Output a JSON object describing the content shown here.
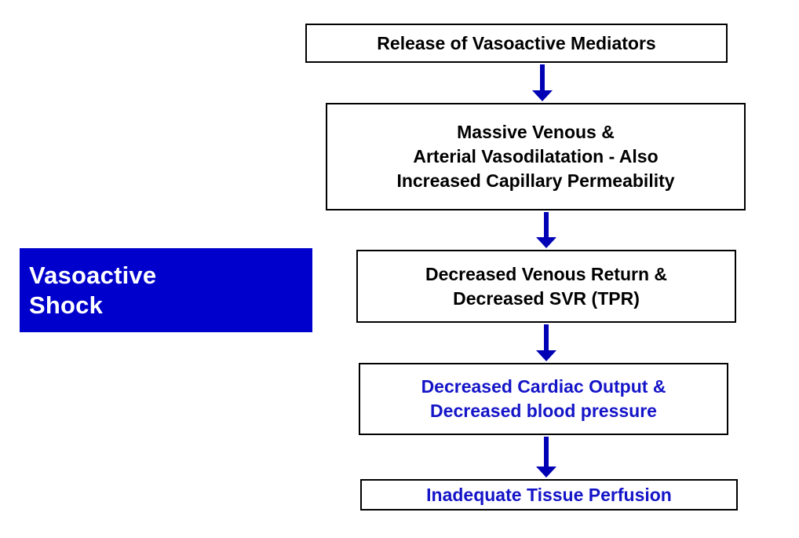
{
  "colors": {
    "panel_background": "#0000cc",
    "panel_text": "#ffffff",
    "box_border": "#000000",
    "box_background": "#ffffff",
    "black_text": "#000000",
    "blue_text": "#1414c8",
    "arrow": "#0000b4"
  },
  "side_panel": {
    "title_line_1": "Vasoactive",
    "title_line_2": "Shock"
  },
  "flow": {
    "nodes": [
      {
        "id": "node-1",
        "text_color": "black",
        "lines": [
          "Release of Vasoactive Mediators"
        ]
      },
      {
        "id": "node-2",
        "text_color": "black",
        "lines": [
          "Massive Venous &",
          "Arterial Vasodilatation - Also",
          "Increased Capillary Permeability"
        ]
      },
      {
        "id": "node-3",
        "text_color": "black",
        "lines": [
          "Decreased Venous Return &",
          "Decreased SVR (TPR)"
        ]
      },
      {
        "id": "node-4",
        "text_color": "blue",
        "lines": [
          "Decreased Cardiac Output &",
          "Decreased blood pressure"
        ]
      },
      {
        "id": "node-5",
        "text_color": "blue",
        "lines": [
          "Inadequate Tissue Perfusion"
        ]
      }
    ],
    "connectors": [
      {
        "id": "arrow-1",
        "from": "node-1",
        "to": "node-2",
        "icon": "down-arrow-icon"
      },
      {
        "id": "arrow-2",
        "from": "node-2",
        "to": "node-3",
        "icon": "down-arrow-icon"
      },
      {
        "id": "arrow-3",
        "from": "node-3",
        "to": "node-4",
        "icon": "down-arrow-icon"
      },
      {
        "id": "arrow-4",
        "from": "node-4",
        "to": "node-5",
        "icon": "down-arrow-icon"
      }
    ]
  }
}
